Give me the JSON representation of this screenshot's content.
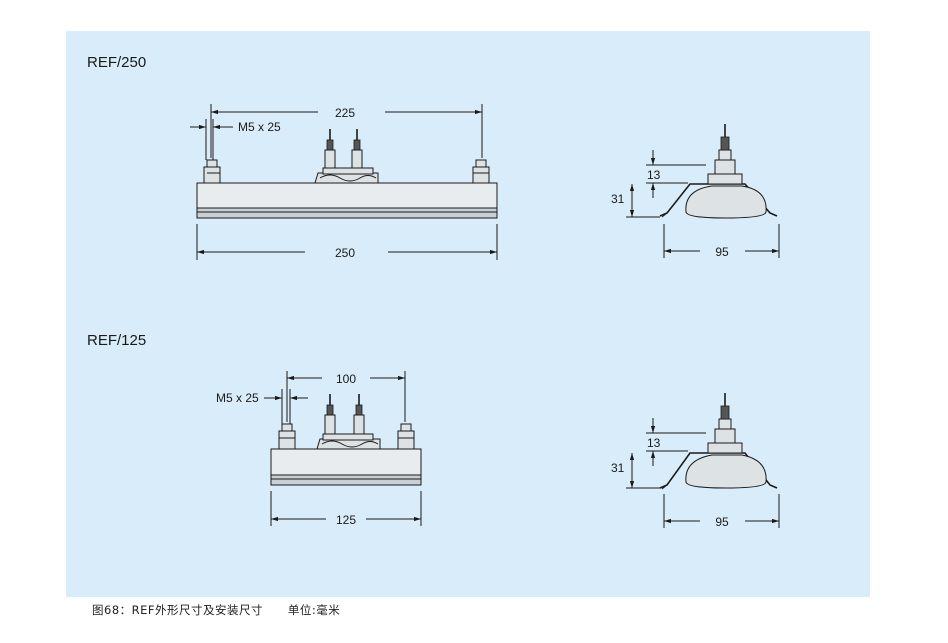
{
  "diagram": {
    "sections": [
      {
        "title": "REF/250",
        "side_view": {
          "top_dim": "225",
          "bolt_label": "M5 x 25",
          "bottom_dim": "250"
        },
        "end_view": {
          "dim_small": "13",
          "dim_height": "31",
          "dim_width": "95"
        }
      },
      {
        "title": "REF/125",
        "side_view": {
          "top_dim": "100",
          "bolt_label": "M5 x 25",
          "bottom_dim": "125"
        },
        "end_view": {
          "dim_small": "13",
          "dim_height": "31",
          "dim_width": "95"
        }
      }
    ],
    "caption": "图68：REF外形尺寸及安装尺寸      单位:毫米"
  }
}
